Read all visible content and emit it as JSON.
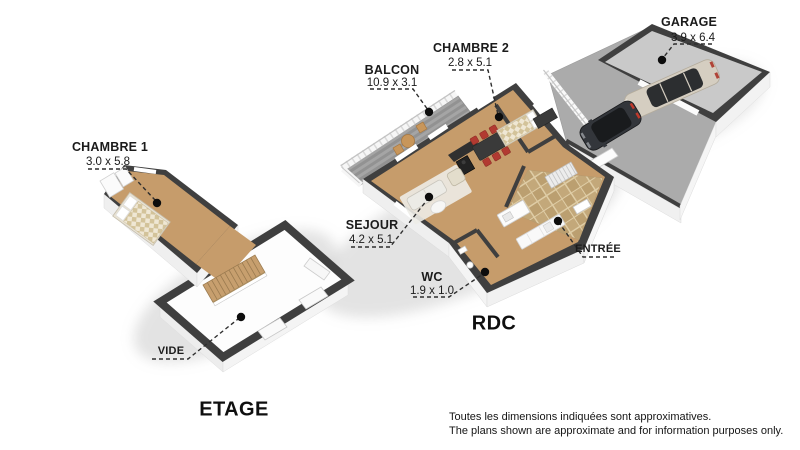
{
  "labels": {
    "garage": {
      "name": "GARAGE",
      "dims": "3.9 x 6.4"
    },
    "chambre2": {
      "name": "CHAMBRE 2",
      "dims": "2.8 x 5.1"
    },
    "balcon": {
      "name": "BALCON",
      "dims": "10.9 x 3.1"
    },
    "chambre1": {
      "name": "CHAMBRE 1",
      "dims": "3.0 x 5.8"
    },
    "sejour": {
      "name": "SEJOUR",
      "dims": "4.2 x 5.1"
    },
    "wc": {
      "name": "WC",
      "dims": "1.9 x 1.0"
    },
    "entree": {
      "name": "ENTRÉE"
    },
    "vide": {
      "name": "VIDE"
    }
  },
  "levels": {
    "rdc": "RDC",
    "etage": "ETAGE"
  },
  "disclaimer": {
    "line1": "Toutes les dimensions indiquées sont approximatives.",
    "line2": "The plans shown are approximate and for information purposes only."
  },
  "colors": {
    "wall": "#3f3f3f",
    "wood_floor": "#c69c6b",
    "deck": "#9e9e9e",
    "driveway": "#ababab",
    "tile": "#c3a87a",
    "chair_red": "#b23a31",
    "label_text": "#1b1b1b"
  }
}
